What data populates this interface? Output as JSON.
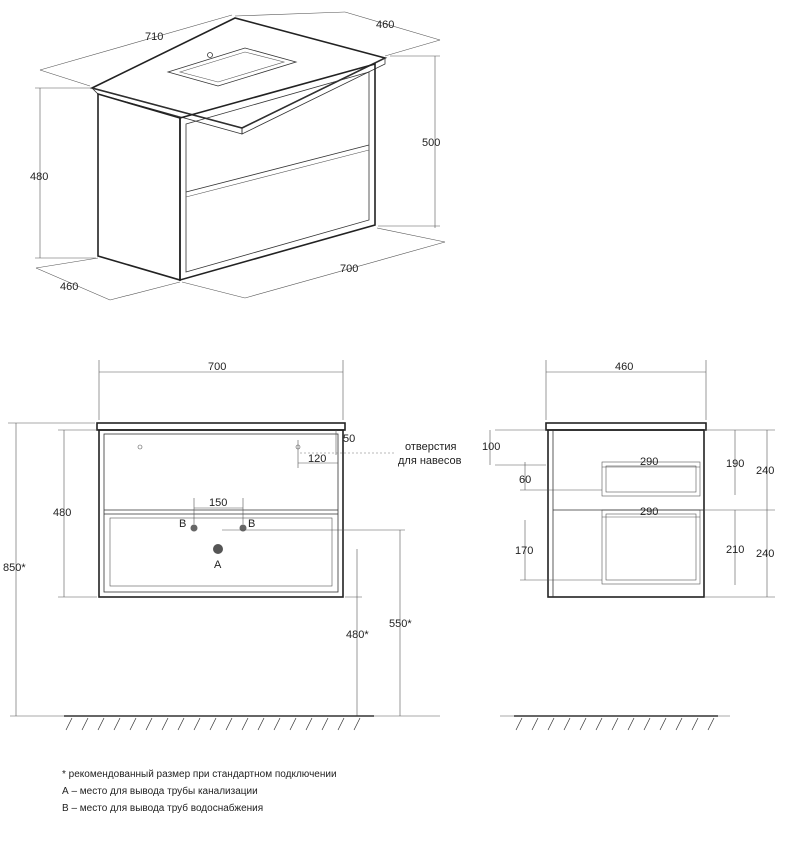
{
  "top_view": {
    "dims": {
      "width_top": "710",
      "depth_top": "460",
      "height_top": "500",
      "height_cabinet": "480",
      "depth_bottom": "460",
      "width_bottom": "700"
    }
  },
  "front_view": {
    "dims": {
      "width": "700",
      "hole_offset_top": "50",
      "hole_offset_side": "120",
      "pipe_spacing": "150",
      "height_cabinet": "480",
      "total_height": "850*",
      "floor_to_bottom": "480*",
      "floor_to_drain": "550*"
    },
    "labels": {
      "b_left": "B",
      "b_right": "B",
      "a": "A",
      "holes_note_line1": "отверстия",
      "holes_note_line2": "для навесов"
    }
  },
  "side_view": {
    "dims": {
      "depth": "460",
      "hole_offset": "100",
      "drawer1_depth": "290",
      "drawer1_height": "190",
      "section1_height": "240",
      "drawer1_offset": "60",
      "drawer2_depth": "290",
      "drawer2_offset": "170",
      "drawer2_height": "210",
      "section2_height": "240"
    }
  },
  "notes": [
    "* рекомендованный размер при стандартном подключении",
    "А – место для вывода трубы канализации",
    "В – место для вывода труб водоснабжения"
  ]
}
